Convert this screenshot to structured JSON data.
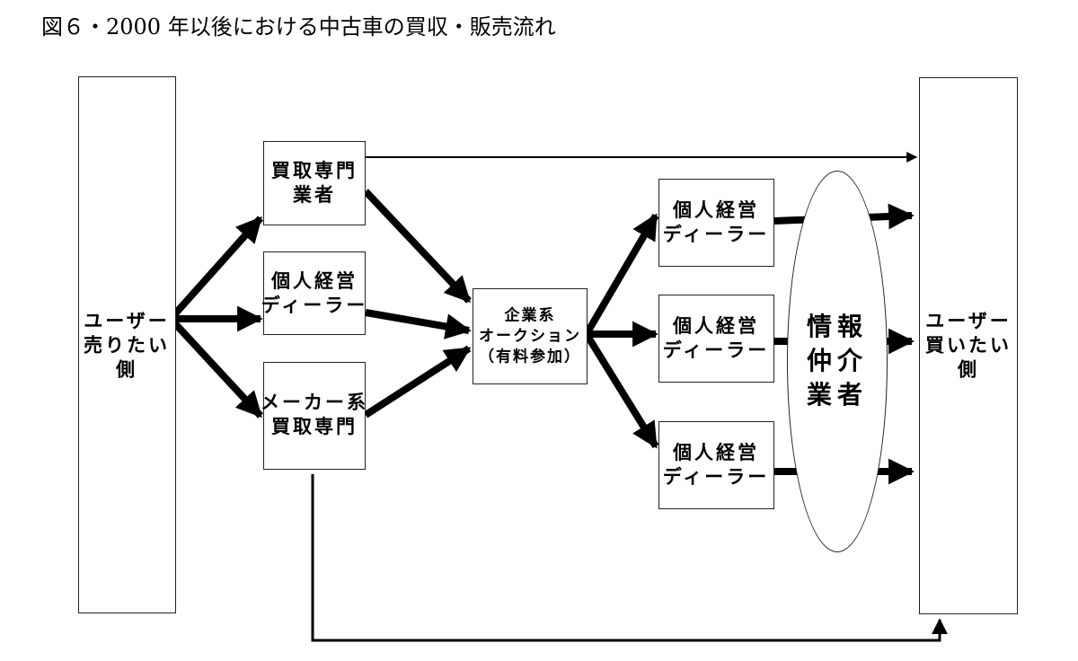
{
  "figure": {
    "title": "図６・2000 年以後における中古車の買収・販売流れ"
  },
  "nodes": {
    "seller": "ユーザー\n売りたい\n側",
    "kaitori": "買取専門\n業者",
    "dealer_left": "個人経営\nディーラー",
    "maker": "メーカー系\n買取専門",
    "auction": "企業系\nオークション\n（有料参加）",
    "dealer_top": "個人経営\nディーラー",
    "dealer_mid": "個人経営\nディーラー",
    "dealer_bottom": "個人経営\nディーラー",
    "broker": "情報\n仲介\n業者",
    "buyer": "ユーザー\n買いたい\n側"
  }
}
